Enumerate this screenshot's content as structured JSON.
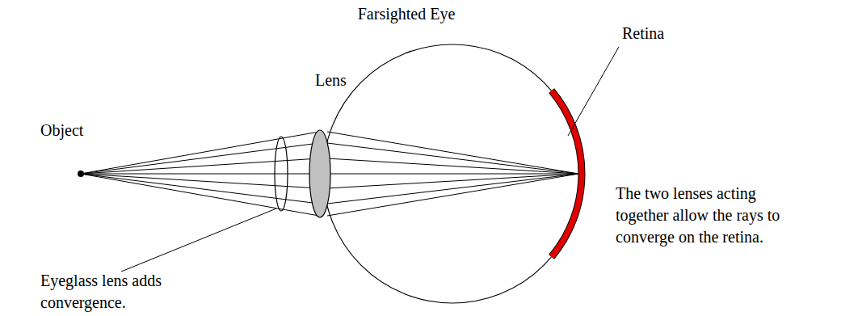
{
  "diagram": {
    "title": "Farsighted Eye",
    "labels": [
      "Object",
      "Lens",
      "Retina",
      "The two lenses acting together allow the rays to converge on the retina.",
      "Eyeglass lens adds convergence."
    ]
  }
}
